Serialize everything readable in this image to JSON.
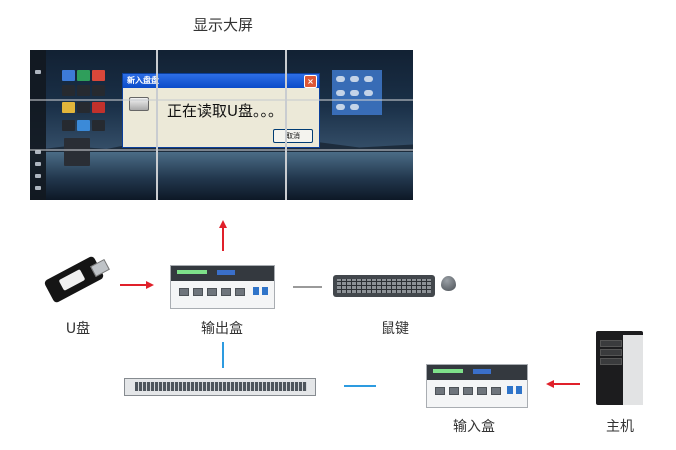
{
  "labels": {
    "video_wall": "显示大屏",
    "usb": "U盘",
    "output_box": "输出盒",
    "keyboard_mouse": "鼠键",
    "input_box": "输入盒",
    "host": "主机"
  },
  "dialog": {
    "title": "新入盘盘",
    "message": "正在读取U盘。。。",
    "button": "取消",
    "close": "×"
  },
  "colors": {
    "red_arrow": "#e0202a",
    "blue_line": "#2d9be0",
    "gray_line": "#9a9a9a"
  }
}
